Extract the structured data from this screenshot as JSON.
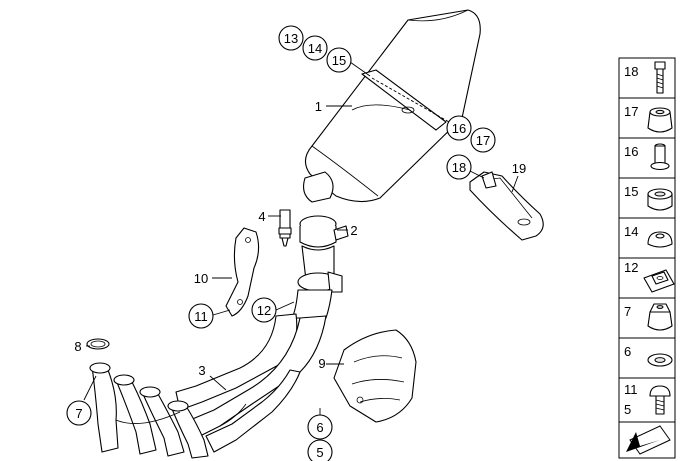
{
  "callouts": {
    "c1": "1",
    "c2": "2",
    "c3": "3",
    "c4": "4",
    "c5": "5",
    "c6": "6",
    "c7": "7",
    "c8": "8",
    "c9": "9",
    "c10": "10",
    "c11": "11",
    "c12": "12",
    "c13": "13",
    "c14": "14",
    "c15": "15",
    "c16": "16",
    "c17": "17",
    "c18": "18",
    "c19": "19"
  },
  "legend": {
    "items": [
      "18",
      "17",
      "16",
      "15",
      "14",
      "12",
      "7",
      "6",
      "11",
      "5"
    ]
  }
}
